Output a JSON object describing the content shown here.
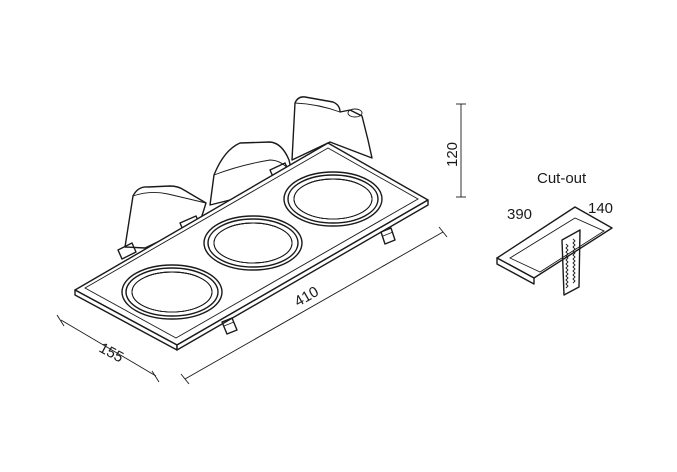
{
  "dimensions": {
    "length": "410",
    "width": "155",
    "height": "120"
  },
  "cutout": {
    "title": "Cut-out",
    "length": "390",
    "width": "140"
  },
  "spotlights": [
    {
      "id": "left"
    },
    {
      "id": "middle"
    },
    {
      "id": "right"
    }
  ]
}
